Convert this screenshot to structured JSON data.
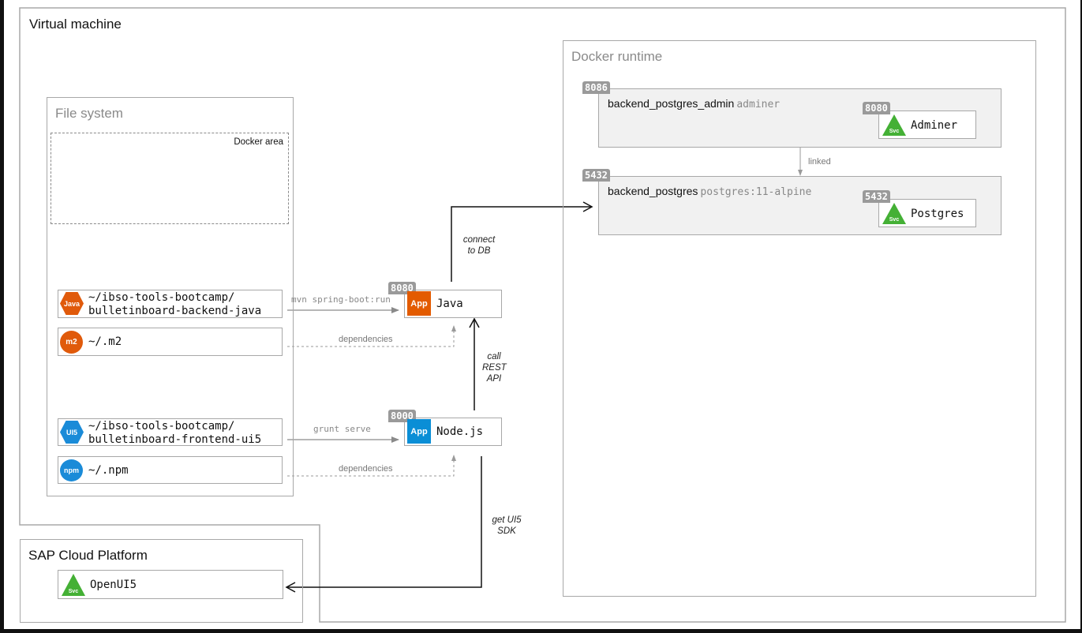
{
  "regions": {
    "virtual_machine": "Virtual machine",
    "file_system": "File system",
    "docker_area": "Docker area",
    "docker_runtime": "Docker runtime",
    "sap_cloud_platform": "SAP Cloud Platform"
  },
  "file_system_items": [
    {
      "icon": "Java",
      "icon_shape": "hexagon",
      "icon_color": "#E05A0B",
      "line1": "~/ibso-tools-bootcamp/",
      "line2": "bulletinboard-backend-java"
    },
    {
      "icon": "m2",
      "icon_shape": "circle",
      "icon_color": "#E05A0B",
      "line1": "~/.m2"
    },
    {
      "icon": "UI5",
      "icon_shape": "hexagon",
      "icon_color": "#1A8BD8",
      "line1": "~/ibso-tools-bootcamp/",
      "line2": "bulletinboard-frontend-ui5"
    },
    {
      "icon": "npm",
      "icon_shape": "circle",
      "icon_color": "#1A8BD8",
      "line1": "~/.npm"
    }
  ],
  "apps": [
    {
      "port": "8080",
      "icon": "App",
      "icon_color": "#E35B00",
      "name": "Java"
    },
    {
      "port": "8000",
      "icon": "App",
      "icon_color": "#0A8ED6",
      "name": "Node.js"
    }
  ],
  "containers": [
    {
      "port": "8086",
      "name": "backend_postgres_admin",
      "image": "adminer",
      "service": {
        "port": "8080",
        "icon": "Svc",
        "name": "Adminer"
      }
    },
    {
      "port": "5432",
      "name": "backend_postgres",
      "image": "postgres:11-alpine",
      "service": {
        "port": "5432",
        "icon": "Svc",
        "name": "Postgres"
      }
    }
  ],
  "cloud_services": [
    {
      "icon": "Svc",
      "name": "OpenUI5"
    }
  ],
  "edges": {
    "mvn": "mvn spring-boot:run",
    "java_deps": "dependencies",
    "grunt": "grunt serve",
    "node_deps": "dependencies",
    "connect_db_1": "connect",
    "connect_db_2": "to DB",
    "rest_1": "call",
    "rest_2": "REST",
    "rest_3": "API",
    "sdk_1": "get UI5",
    "sdk_2": "SDK",
    "linked": "linked"
  },
  "colors": {
    "svc_green": "#44B035",
    "badge_gray": "#9A9A9A",
    "container_bg": "#F1F1F1"
  }
}
